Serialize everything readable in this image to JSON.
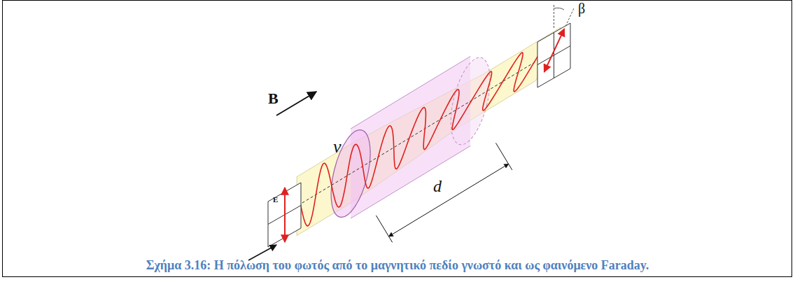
{
  "diagram": {
    "caption": "Σχήμα 3.16: Η πόλωση του φωτός από το μαγνητικό πεδίο γνωστό και ως φαινόμενο Faraday.",
    "labels": [
      "B",
      "ν",
      "d",
      "E",
      "β"
    ]
  }
}
